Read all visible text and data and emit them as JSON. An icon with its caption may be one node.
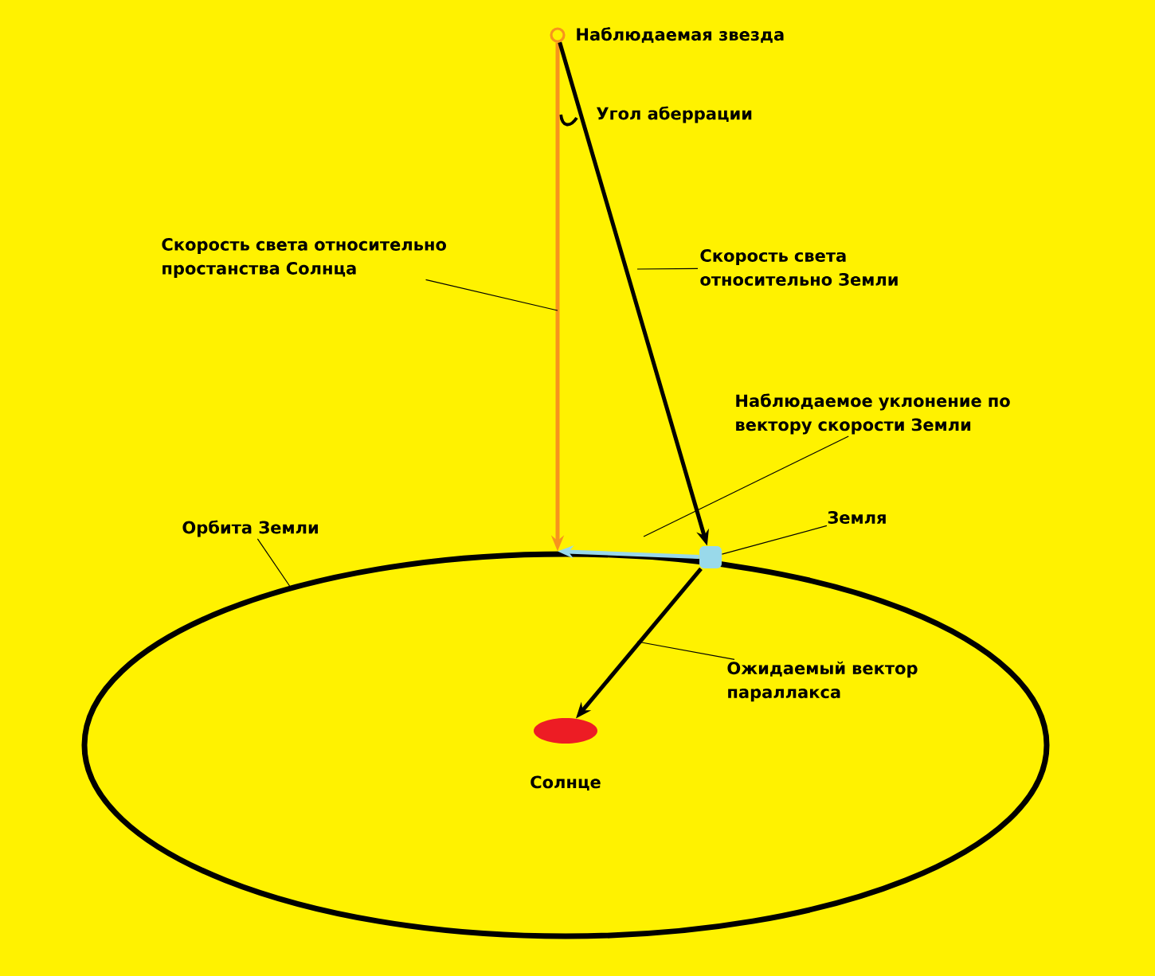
{
  "diagram": {
    "nodes": [
      {
        "text": [],
        "shape": "circle",
        "beside": [
          "Наблюдаемая звезда"
        ]
      },
      {
        "text": [],
        "shape": "ellipse"
      },
      {
        "text": [],
        "shape": "box"
      },
      {
        "text": [],
        "shape": "ellipse",
        "in": 1,
        "beside": [
          "Солнце"
        ]
      },
      {
        "text": [
          "Скорость света относительно простанства Солнца"
        ]
      },
      {
        "text": [
          "Скорость света относительно Земли"
        ]
      },
      {
        "text": [
          "Наблюдаемое уклонение по вектору скорости Земли"
        ]
      },
      {
        "text": [
          "Орбита Земли"
        ]
      },
      {
        "text": [
          "Земля"
        ]
      },
      {
        "text": [
          "Ожидаемый вектор параллакса"
        ],
        "in": 1
      }
    ],
    "edges": [
      {
        "from": 0,
        "to": 1,
        "arrow": "to",
        "style": "thick",
        "color": "#f7941d"
      },
      {
        "from": 0,
        "to": 2,
        "arrow": "to",
        "style": "thick"
      },
      {
        "from": 2,
        "to": 1,
        "arrow": "to",
        "style": "thick",
        "color": "#99d9ea"
      },
      {
        "from": 2,
        "to": 3,
        "arrow": "to",
        "style": "thick"
      },
      {
        "from": 4,
        "to": null,
        "arrow": "none"
      },
      {
        "from": 5,
        "to": null,
        "arrow": "none"
      },
      {
        "from": 6,
        "to": null,
        "arrow": "none"
      },
      {
        "from": 7,
        "to": 1,
        "arrow": "none"
      },
      {
        "from": 8,
        "to": 2,
        "arrow": "none"
      },
      {
        "from": 9,
        "to": null,
        "arrow": "none"
      }
    ],
    "labels": [
      "Угол аберрации"
    ]
  }
}
